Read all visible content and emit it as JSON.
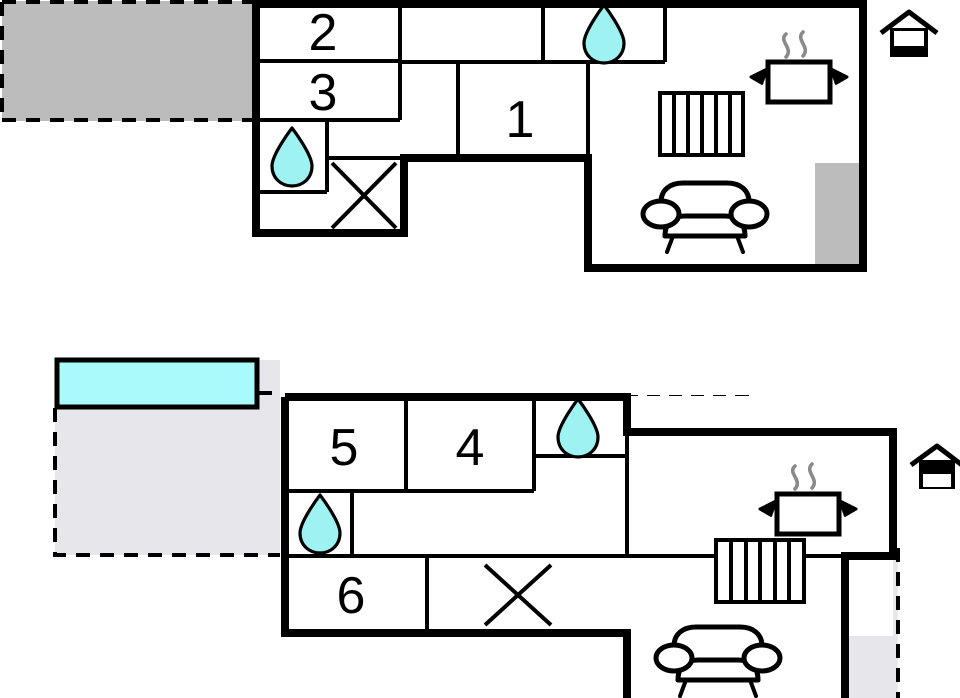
{
  "plan": {
    "title": "Holiday house floor plan",
    "levels": [
      {
        "name": "upper-level",
        "label": "Upper level",
        "icon": "house-upper-icon",
        "rooms": [
          {
            "id": "room-1",
            "number": "1",
            "type": "bedroom"
          },
          {
            "id": "room-2",
            "number": "2",
            "type": "bedroom"
          },
          {
            "id": "room-3",
            "number": "3",
            "type": "bedroom"
          }
        ],
        "features": [
          {
            "id": "bathroom-upper-left",
            "icon": "water-drop-icon",
            "label": "Bathroom"
          },
          {
            "id": "bathroom-upper-right",
            "icon": "water-drop-icon",
            "label": "Bathroom"
          },
          {
            "id": "stairs-upper",
            "icon": "stairs-icon",
            "label": "Stairs"
          },
          {
            "id": "kitchen-upper",
            "icon": "cooking-pot-icon",
            "label": "Kitchen"
          },
          {
            "id": "living-upper",
            "icon": "sofa-icon",
            "label": "Living room"
          },
          {
            "id": "crossed-room-upper",
            "icon": "cross-icon",
            "label": "Unused room"
          },
          {
            "id": "terrace-upper-left",
            "icon": "terrace-area",
            "label": "Terrace"
          },
          {
            "id": "terrace-upper-right",
            "icon": "terrace-area",
            "label": "Terrace"
          }
        ]
      },
      {
        "name": "lower-level",
        "label": "Lower level",
        "icon": "house-lower-icon",
        "rooms": [
          {
            "id": "room-4",
            "number": "4",
            "type": "bedroom"
          },
          {
            "id": "room-5",
            "number": "5",
            "type": "bedroom"
          },
          {
            "id": "room-6",
            "number": "6",
            "type": "bedroom"
          }
        ],
        "features": [
          {
            "id": "bathroom-lower-right",
            "icon": "water-drop-icon",
            "label": "Bathroom"
          },
          {
            "id": "bathroom-lower-left",
            "icon": "water-drop-icon",
            "label": "Bathroom"
          },
          {
            "id": "stairs-lower",
            "icon": "stairs-icon",
            "label": "Stairs"
          },
          {
            "id": "kitchen-lower",
            "icon": "cooking-pot-icon",
            "label": "Kitchen"
          },
          {
            "id": "living-lower",
            "icon": "sofa-icon",
            "label": "Living room"
          },
          {
            "id": "crossed-room-lower",
            "icon": "cross-icon",
            "label": "Unused room"
          },
          {
            "id": "pool-lower",
            "icon": "pool-area",
            "label": "Pool"
          },
          {
            "id": "terrace-lower-left",
            "icon": "terrace-area",
            "label": "Terrace"
          },
          {
            "id": "terrace-lower-top",
            "icon": "terrace-area",
            "label": "Terrace"
          },
          {
            "id": "terrace-lower-right",
            "icon": "terrace-area",
            "label": "Terrace"
          }
        ]
      }
    ]
  },
  "room_labels": {
    "one": "1",
    "two": "2",
    "three": "3",
    "four": "4",
    "five": "5",
    "six": "6"
  },
  "colors": {
    "wall": "#000000",
    "water_drop": "#9FF2F2",
    "pool": "#A9FBFB",
    "terrace_dark": "#BCBCBC",
    "terrace_light": "#E7E7EB",
    "background": "#FFFFFF",
    "steam": "#808080"
  }
}
